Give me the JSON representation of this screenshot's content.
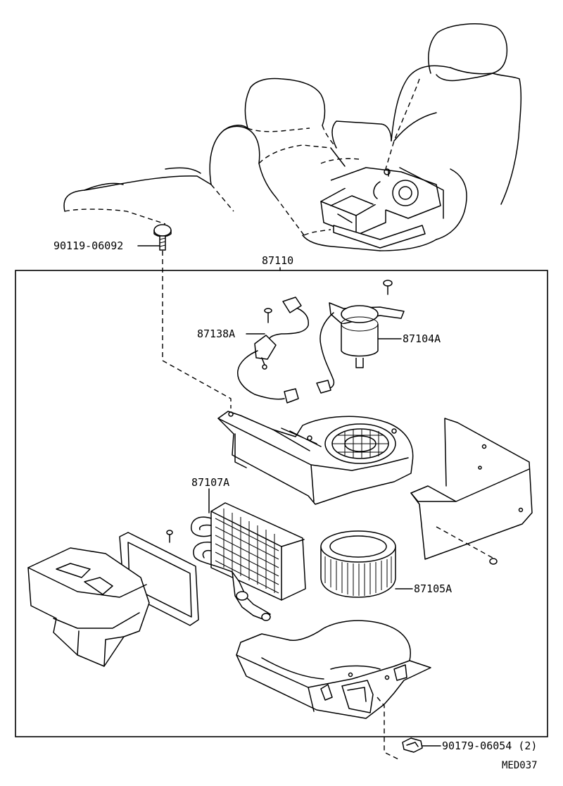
{
  "labels": {
    "bolt_top": "90119-06092",
    "assembly": "87110",
    "harness": "87138A",
    "motor": "87104A",
    "heater_core": "87107A",
    "fan": "87105A",
    "nut": "90179-06054 (2)",
    "diagram_code": "MED037"
  }
}
